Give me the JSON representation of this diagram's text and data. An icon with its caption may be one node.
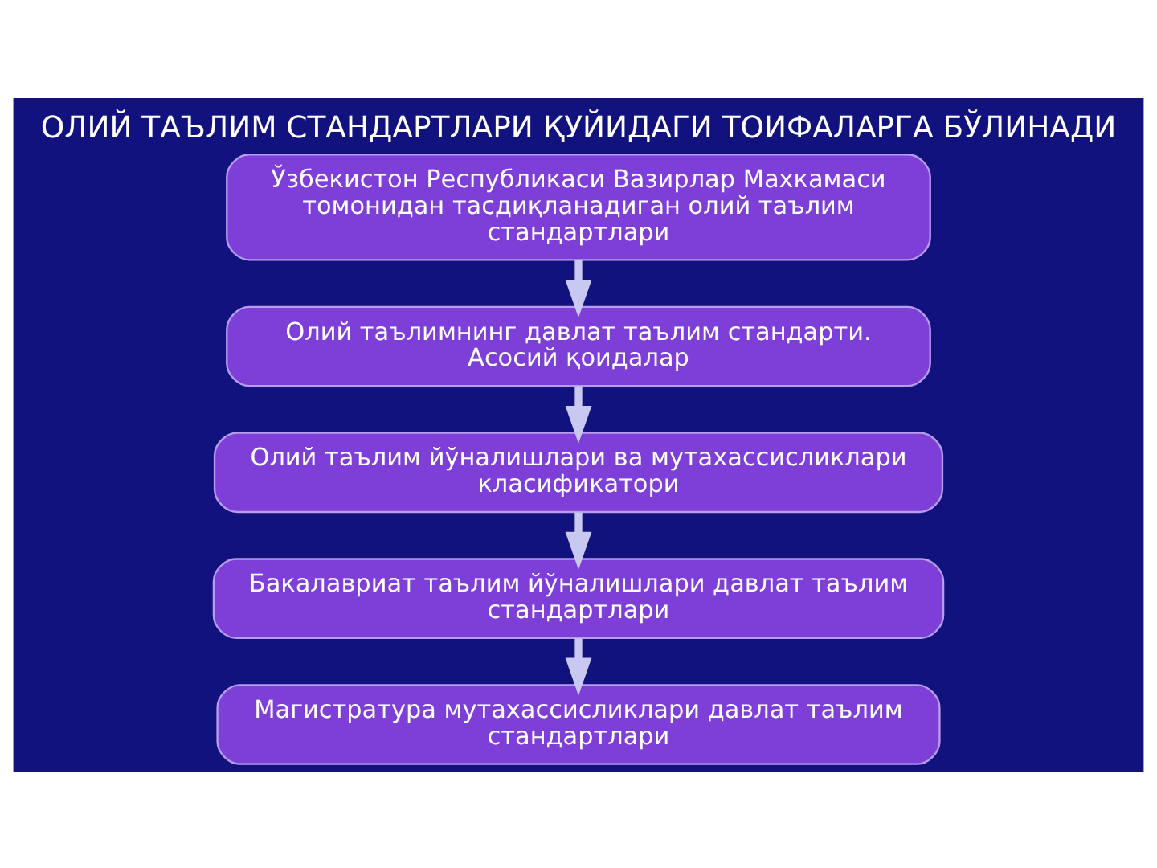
{
  "diagram": {
    "title": "ОЛИЙ ТАЪЛИМ СТАНДАРТЛАРИ ҚУЙИДАГИ ТОИФАЛАРГА БЎЛИНАДИ",
    "nodes": [
      {
        "text": [
          "Ўзбекистон Республикаси Вазирлар Махкамаси томонидан тасдиқланадиган олий таълим стандартлари"
        ]
      },
      {
        "text": [
          "Олий таълимнинг давлат таълим стандарти. Асосий қоидалар"
        ]
      },
      {
        "text": [
          "Олий таълим йўналишлари ва мутахассисликлари класификатори"
        ]
      },
      {
        "text": [
          "Бакалавриат таълим йўналишлари давлат таълим стандартлари"
        ]
      },
      {
        "text": [
          "Магистратура мутахассисликлари давлат таълим стандартлари"
        ]
      }
    ],
    "edges": [
      {
        "from": 0,
        "to": 1,
        "arrow": "to"
      },
      {
        "from": 1,
        "to": 2,
        "arrow": "to"
      },
      {
        "from": 2,
        "to": 3,
        "arrow": "to"
      },
      {
        "from": 3,
        "to": 4,
        "arrow": "to"
      }
    ]
  }
}
